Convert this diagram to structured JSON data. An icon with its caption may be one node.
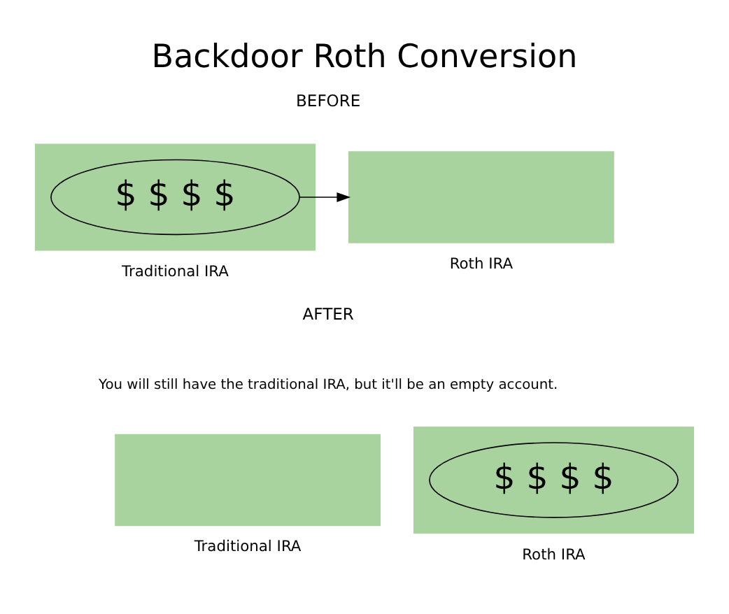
{
  "diagram": {
    "title": "Backdoor Roth Conversion",
    "nodes": [
      {
        "text": [],
        "shape": "box",
        "beside": [
          "Traditional IRA"
        ]
      },
      {
        "text": [
          "$ $ $ $"
        ],
        "in": 0
      },
      {
        "text": [],
        "shape": "box",
        "beside": [
          "Roth IRA"
        ]
      },
      {
        "text": [],
        "shape": "box",
        "beside": [
          "Traditional IRA"
        ]
      },
      {
        "text": [],
        "shape": "box",
        "beside": [
          "Roth IRA"
        ]
      },
      {
        "text": [
          "$ $ $ $"
        ],
        "in": 4
      }
    ],
    "edges": [
      {
        "from": 1,
        "to": 2,
        "arrow": "to"
      }
    ],
    "labels": [
      "BEFORE",
      "AFTER",
      "You will still have the traditional IRA, but it'll be an empty account."
    ]
  }
}
